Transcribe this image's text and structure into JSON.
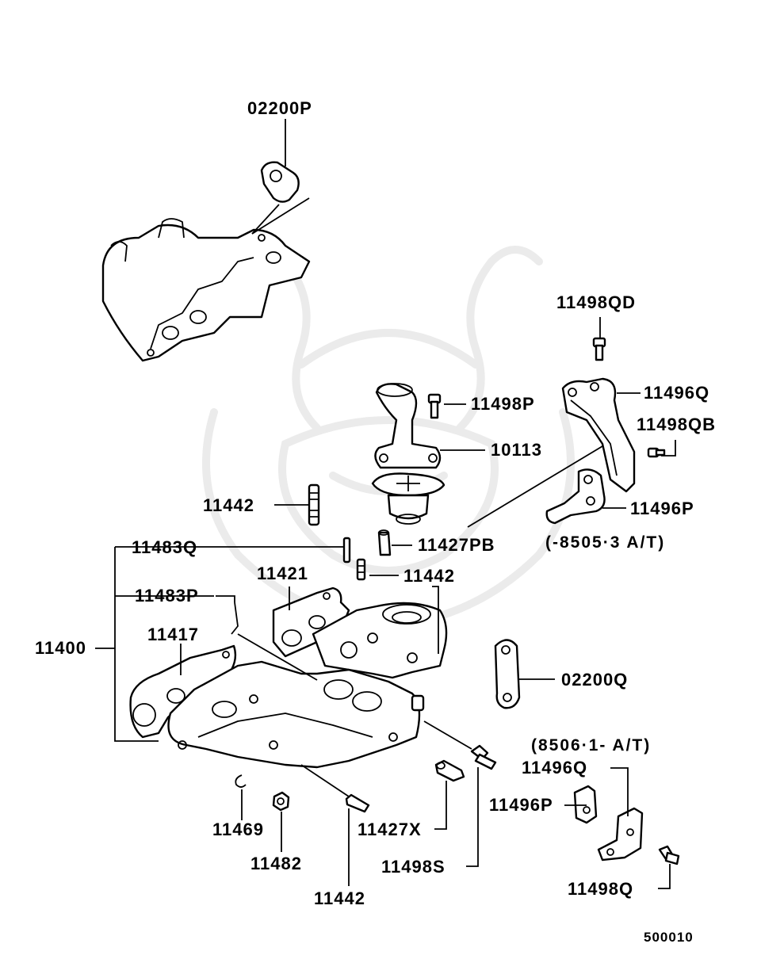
{
  "diagram": {
    "reference_code": "500010",
    "labels": {
      "l_02200P": "02200P",
      "l_11498QD": "11498QD",
      "l_11496Q_top": "11496Q",
      "l_11498P": "11498P",
      "l_11498QB": "11498QB",
      "l_10113": "10113",
      "l_11442_left": "11442",
      "l_11496P_top": "11496P",
      "l_11483Q": "11483Q",
      "l_11427PB": "11427PB",
      "l_11421": "11421",
      "l_11442_mid": "11442",
      "l_11483P": "11483P",
      "l_11400": "11400",
      "l_11417": "11417",
      "l_02200Q": "02200Q",
      "l_11496Q_bot": "11496Q",
      "l_11496P_bot": "11496P",
      "l_11469": "11469",
      "l_11427X": "11427X",
      "l_11482": "11482",
      "l_11498S": "11498S",
      "l_11498Q": "11498Q",
      "l_11442_bot": "11442"
    },
    "notes": {
      "note_top": "(-8505·3 A/T)",
      "note_bottom": "(8506·1- A/T)"
    }
  }
}
